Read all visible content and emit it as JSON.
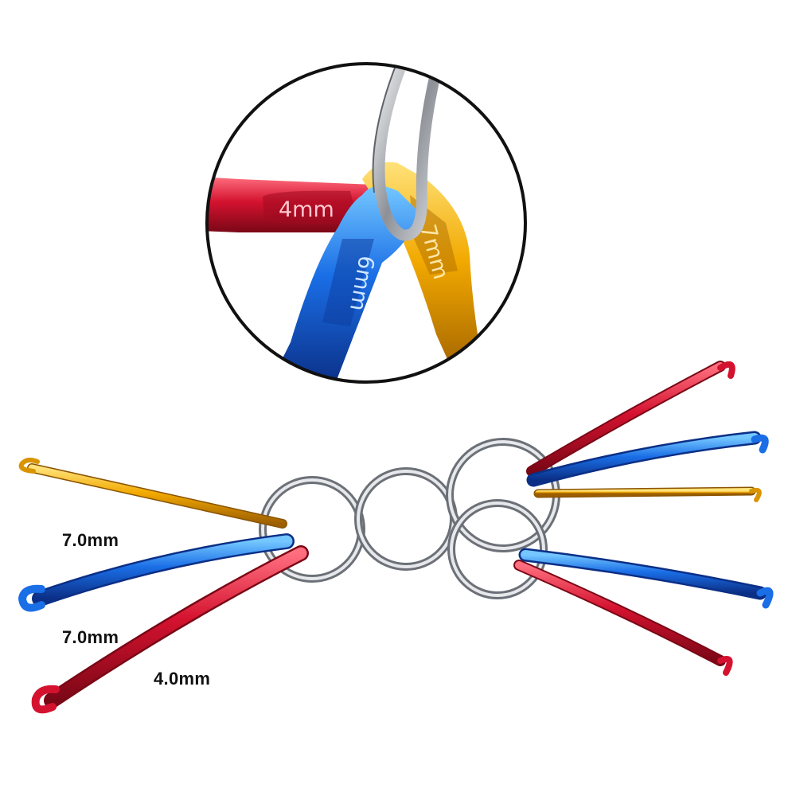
{
  "colors": {
    "red": "#c8102e",
    "blue": "#1565e0",
    "gold": "#f0a800",
    "steel": "#a9adb3",
    "outline": "#111111"
  },
  "zoom_inset": {
    "engravings": [
      {
        "hook": "red",
        "text": "4mm"
      },
      {
        "hook": "blue",
        "text": "6mm"
      },
      {
        "hook": "gold",
        "text": "7mm"
      }
    ]
  },
  "labels": [
    {
      "hook": "gold",
      "text": "7.0mm"
    },
    {
      "hook": "blue",
      "text": "7.0mm"
    },
    {
      "hook": "red",
      "text": "4.0mm"
    }
  ],
  "left_hooks": [
    "gold",
    "blue",
    "red"
  ],
  "right_hooks": [
    "red",
    "blue",
    "gold",
    "blue",
    "red"
  ],
  "key_rings": 4
}
